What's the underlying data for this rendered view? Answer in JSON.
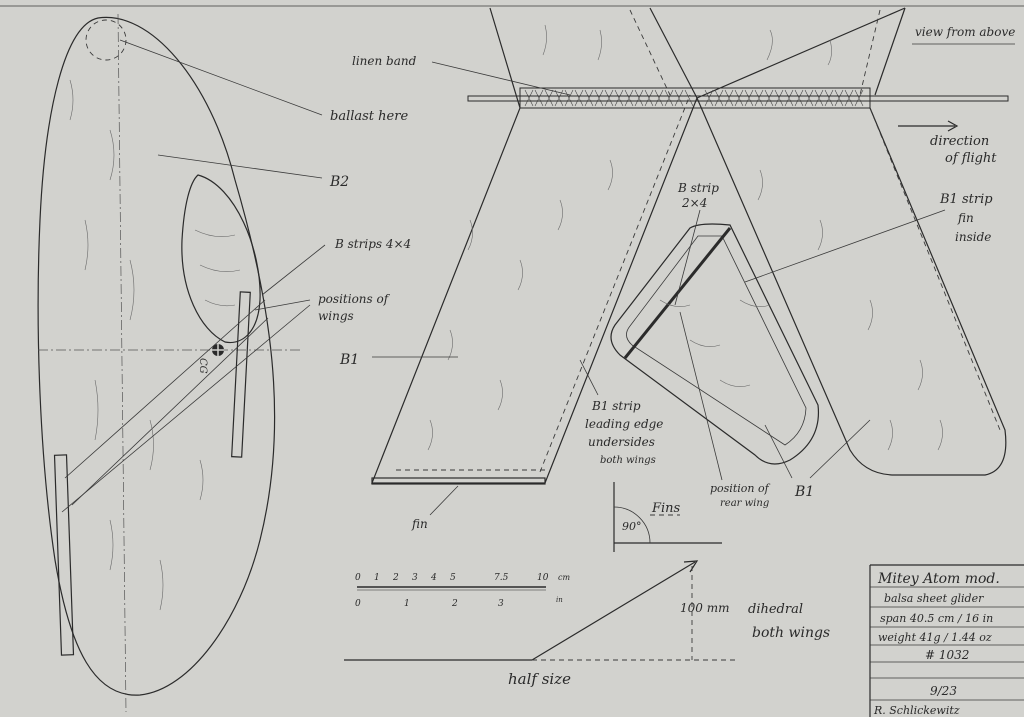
{
  "labels": {
    "view_from_above": "view from above",
    "linen_band": "linen band",
    "ballast_here": "ballast here",
    "b2": "B2",
    "b_strips_4x4": "B strips 4×4",
    "positions_of": "positions of",
    "wings": "wings",
    "cg": "CG",
    "b1_left": "B1",
    "b1_strip_line1": "B1 strip",
    "b1_strip_line2": "leading edge",
    "b1_strip_line3": "undersides",
    "b1_strip_line4": "both wings",
    "fin": "fin",
    "b_strip_2x4_line1": "B strip",
    "b_strip_2x4_line2": "2×4",
    "b1_strip_fin_line1": "B1 strip",
    "b1_strip_fin_line2": "fin",
    "b1_strip_fin_line3": "inside",
    "direction_line1": "direction",
    "direction_line2": "of flight",
    "position_rear_line1": "position of",
    "position_rear_line2": "rear wing",
    "b1_right": "B1",
    "fins": "Fins",
    "angle_90": "90°",
    "mm_100": "100 mm",
    "dihedral": "dihedral",
    "both_wings": "both wings",
    "half_size": "half size"
  },
  "scale": {
    "cm_ticks": [
      "0",
      "1",
      "2",
      "3",
      "4",
      "5",
      "7.5",
      "10"
    ],
    "cm_unit": "cm",
    "in_ticks": [
      "0",
      "1",
      "2",
      "3"
    ],
    "in_unit": "in"
  },
  "title_block": {
    "line1": "Mitey Atom mod.",
    "line2": "balsa sheet glider",
    "line3": "span 40.5 cm / 16 in",
    "line4": "weight 41g / 1.44 oz",
    "line5": "# 1032",
    "date": "9/23",
    "author": "R. Schlickewitz"
  }
}
